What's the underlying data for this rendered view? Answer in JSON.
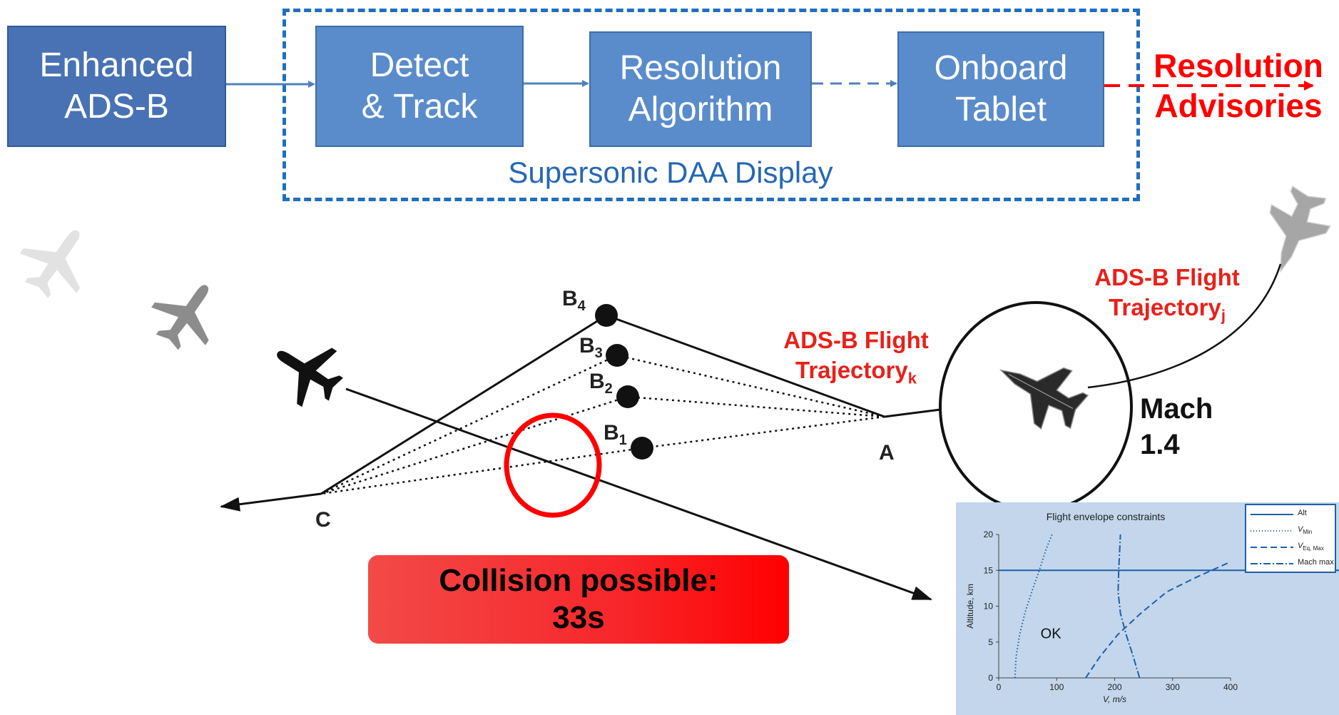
{
  "pipeline": {
    "enhanced_adsb": [
      "Enhanced",
      "ADS-B"
    ],
    "detect_track": [
      "Detect",
      "& Track"
    ],
    "resolution_algorithm": [
      "Resolution",
      "Algorithm"
    ],
    "onboard_tablet": [
      "Onboard",
      "Tablet"
    ],
    "daa_display_label": "Supersonic DAA Display",
    "resolution_advisories": [
      "Resolution",
      "Advisories"
    ]
  },
  "scenario": {
    "traj_k": {
      "line1": "ADS-B Flight",
      "line2": "Trajectory",
      "sub": "k"
    },
    "traj_j": {
      "line1": "ADS-B Flight",
      "line2": "Trajectory",
      "sub": "j"
    },
    "mach": [
      "Mach",
      "1.4"
    ],
    "points": {
      "A": "A",
      "C": "C",
      "B1": {
        "main": "B",
        "sub": "1"
      },
      "B2": {
        "main": "B",
        "sub": "2"
      },
      "B3": {
        "main": "B",
        "sub": "3"
      },
      "B4": {
        "main": "B",
        "sub": "4"
      }
    },
    "collision": [
      "Collision possible:",
      "33s"
    ]
  },
  "colors": {
    "box_blue": "#4f81bd",
    "frame_blue": "#1f6fbf",
    "alert_red": "#ff0000"
  },
  "chart_data": {
    "type": "line",
    "title": "Flight envelope constraints",
    "xlabel": "V, m/s",
    "ylabel": "Altitude, km",
    "xlim": [
      0,
      400
    ],
    "ylim": [
      0,
      20
    ],
    "xticks": [
      "0",
      "100",
      "200",
      "300",
      "400"
    ],
    "yticks": [
      "0",
      "5",
      "10",
      "15",
      "20"
    ],
    "annotation": "OK",
    "legend_position": "top-right",
    "series": [
      {
        "name": "Alt",
        "style": "solid",
        "x": [
          0,
          400
        ],
        "y": [
          15,
          15
        ]
      },
      {
        "name": "V",
        "sub": "Min",
        "style": "dotted",
        "x": [
          28,
          30,
          36,
          45,
          57,
          70,
          82,
          92
        ],
        "y": [
          0,
          3,
          6,
          9,
          12,
          15,
          18,
          20
        ]
      },
      {
        "name": "V",
        "sub": "Eq, Max",
        "style": "dashed",
        "x": [
          150,
          175,
          205,
          245,
          290,
          340,
          395
        ],
        "y": [
          0,
          3,
          6,
          9,
          12,
          14,
          16
        ]
      },
      {
        "name": "Mach max",
        "style": "dashdot",
        "x": [
          243,
          232,
          220,
          210,
          206,
          207,
          210
        ],
        "y": [
          0,
          3,
          6,
          9,
          12,
          15,
          20
        ]
      }
    ]
  }
}
